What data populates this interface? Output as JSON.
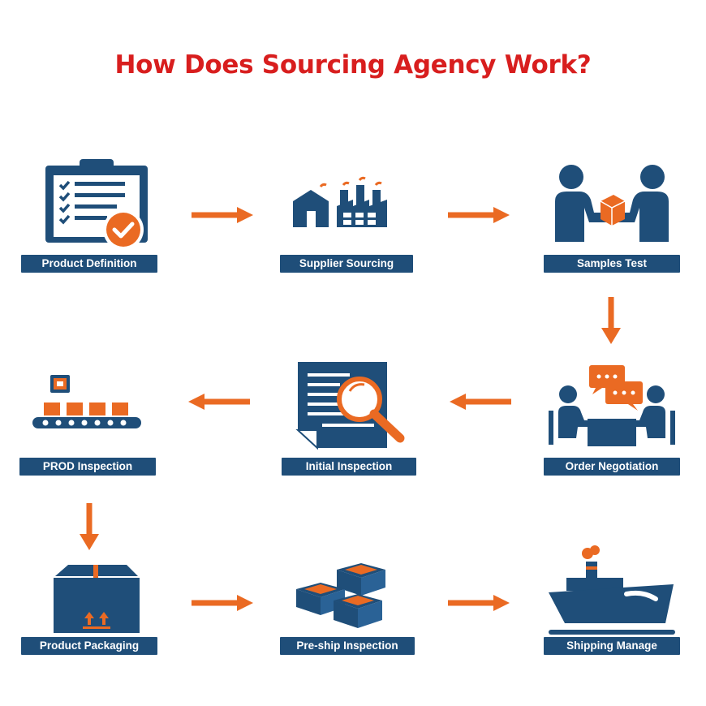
{
  "title": "How Does Sourcing Agency Work?",
  "colors": {
    "title": "#d81e1e",
    "navy": "#1f4e79",
    "orange": "#ea6a23",
    "label_bg": "#1f4e79"
  },
  "steps": [
    {
      "label": "Product Definition",
      "icon": "clipboard-checklist-icon"
    },
    {
      "label": "Supplier Sourcing",
      "icon": "factory-icon"
    },
    {
      "label": "Samples Test",
      "icon": "handshake-package-icon"
    },
    {
      "label": "Order Negotiation",
      "icon": "meeting-table-icon"
    },
    {
      "label": "Initial Inspection",
      "icon": "document-magnifier-icon"
    },
    {
      "label": "PROD Inspection",
      "icon": "conveyor-belt-icon"
    },
    {
      "label": "Product Packaging",
      "icon": "package-box-icon"
    },
    {
      "label": "Pre-ship Inspection",
      "icon": "stacked-boxes-icon"
    },
    {
      "label": "Shipping Manage",
      "icon": "cargo-ship-icon"
    }
  ],
  "flow": [
    "right",
    "right",
    "down",
    "left",
    "left",
    "down",
    "right",
    "right"
  ]
}
